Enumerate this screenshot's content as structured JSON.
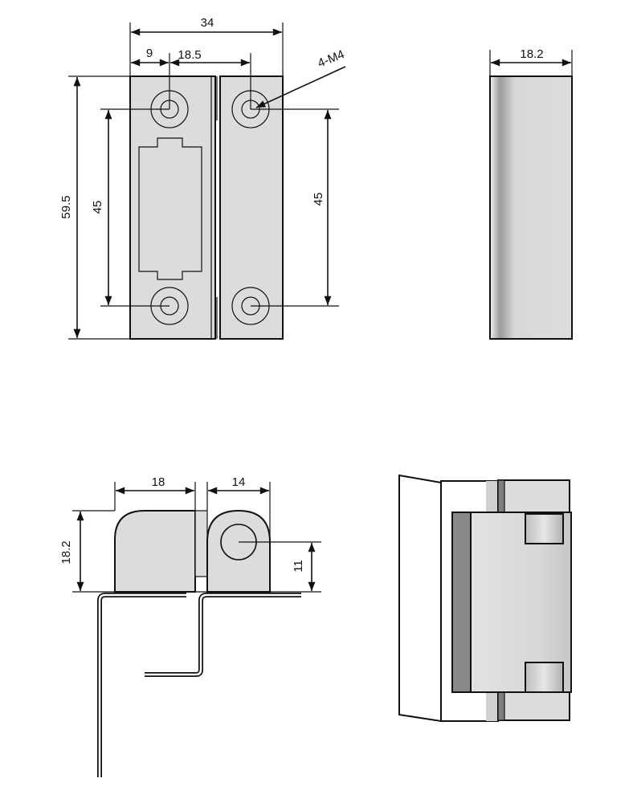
{
  "front_view": {
    "dims": {
      "overall_width": "34",
      "edge_to_hole": "9",
      "hole_spacing_x": "18.5",
      "overall_height": "59.5",
      "hole_spacing_left": "45",
      "hole_spacing_right": "45",
      "hole_callout": "4-M4"
    }
  },
  "side_view": {
    "dims": {
      "thickness": "18.2"
    }
  },
  "top_view": {
    "dims": {
      "leaf_width": "18",
      "knuckle_width": "14",
      "height": "18.2",
      "pin_height": "11"
    }
  },
  "colors": {
    "part_fill": "#dcdcdc",
    "line": "#111111",
    "shadow": "#8a8a8a"
  }
}
